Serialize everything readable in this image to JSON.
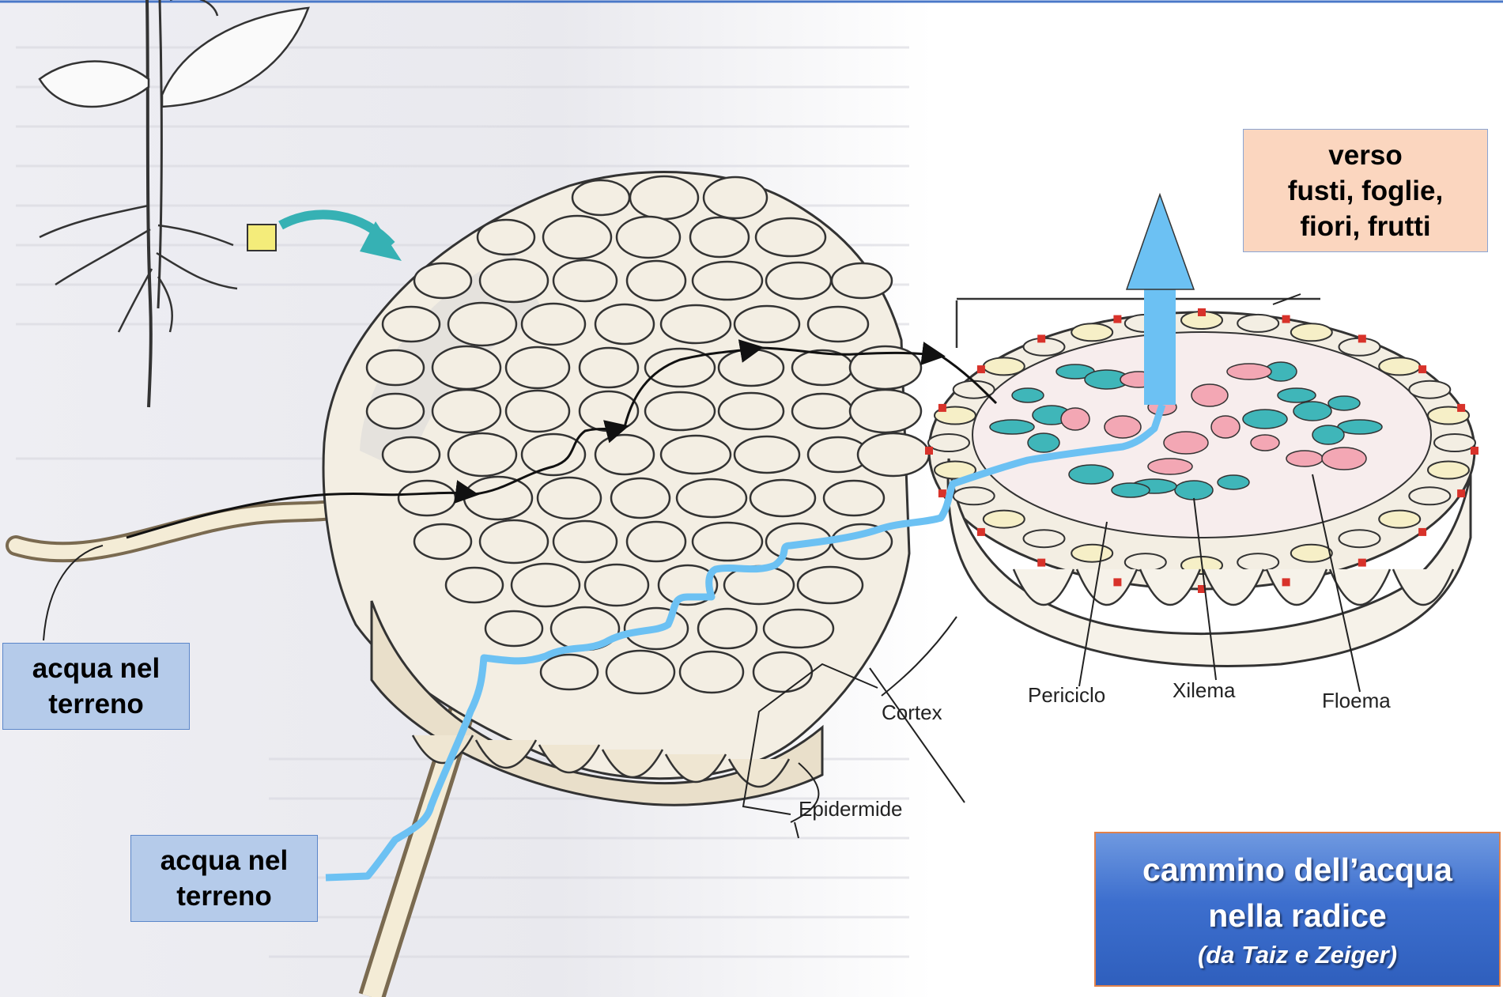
{
  "labels": {
    "water_in_soil_1": [
      "acqua nel",
      "terreno"
    ],
    "water_in_soil_2": [
      "acqua nel",
      "terreno"
    ],
    "destination": [
      "verso",
      "fusti, foglie,",
      "fiori, frutti"
    ],
    "cortex": "Cortex",
    "epidermis": "Epidermide",
    "pericycle": "Periciclo",
    "xylem": "Xilema",
    "phloem": "Floema"
  },
  "title": {
    "line1": "cammino dell’acqua",
    "line2": "nella radice",
    "citation": "(da Taiz e Zeiger)"
  },
  "colors": {
    "water_path": "#6cc1f3",
    "xylem_cells": "#f3a7b4",
    "phloem_cells": "#3fb6b9",
    "casparian_strip": "#d8322a",
    "cell_fill": "#f3eee3"
  }
}
